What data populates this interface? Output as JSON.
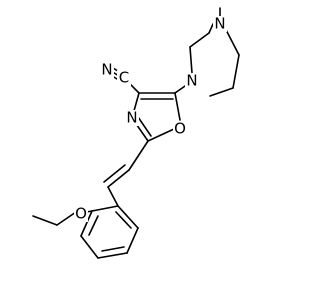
{
  "molecule": {
    "atoms": {
      "n_nitrile": "N",
      "c_nitrile": "C",
      "n_oxazole": "N",
      "o_oxazole": "O",
      "n_piperazine_1": "N",
      "n_piperazine_4": "N",
      "o_methoxy": "O"
    }
  }
}
